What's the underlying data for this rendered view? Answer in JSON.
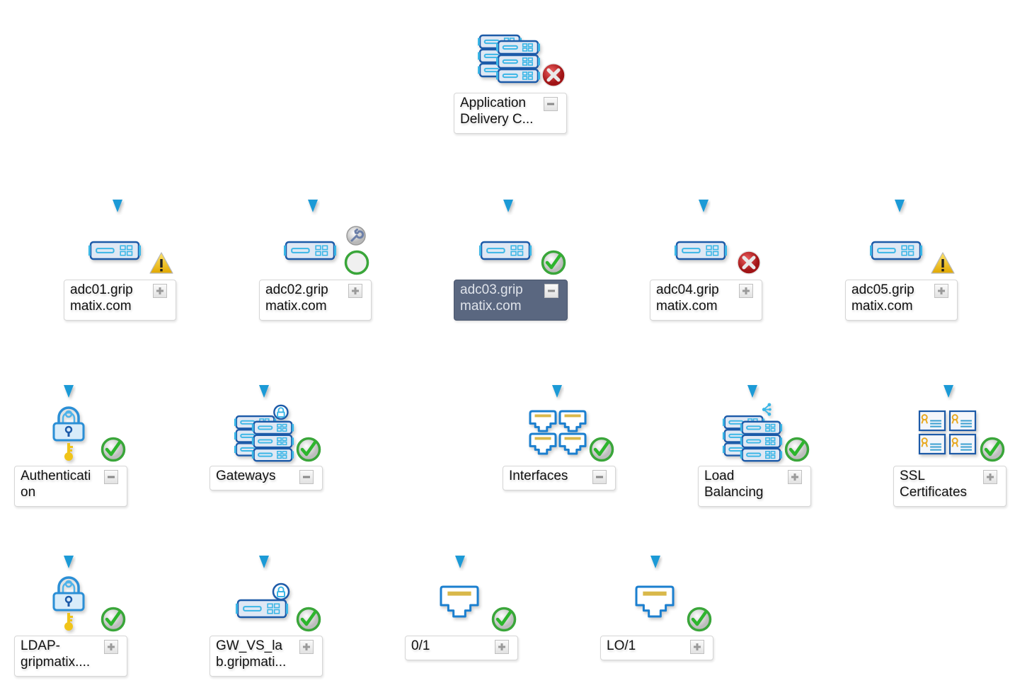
{
  "colors": {
    "connector": "#1e9ad6",
    "device_stroke": "#1c5aa8",
    "device_fill": "#dfe8f4",
    "device_accent": "#3bb6e6",
    "ok": "#3aa63a",
    "error": "#c8282a",
    "warning": "#f2c21a",
    "key": "#f0c419",
    "selected_bg": "#5a6780"
  },
  "root": {
    "label": "Application\nDelivery C...",
    "icon": "server-stack-icon",
    "status": "error",
    "toggle": "collapse"
  },
  "level1": [
    {
      "label": "adc01.grip\nmatix.com",
      "icon": "appliance-icon",
      "status": "warning",
      "toggle": "expand",
      "selected": false
    },
    {
      "label": "adc02.grip\nmatix.com",
      "icon": "appliance-icon",
      "status": "unknown",
      "maintenance": true,
      "toggle": "expand",
      "selected": false
    },
    {
      "label": "adc03.grip\nmatix.com",
      "icon": "appliance-icon",
      "status": "ok",
      "toggle": "collapse",
      "selected": true
    },
    {
      "label": "adc04.grip\nmatix.com",
      "icon": "appliance-icon",
      "status": "error",
      "toggle": "expand",
      "selected": false
    },
    {
      "label": "adc05.grip\nmatix.com",
      "icon": "appliance-icon",
      "status": "warning",
      "toggle": "expand",
      "selected": false
    }
  ],
  "level2": [
    {
      "label": "Authenticati\non",
      "icon": "lock-key-icon",
      "status": "ok",
      "toggle": "collapse"
    },
    {
      "label": "Gateways",
      "icon": "gateway-stack-icon",
      "status": "ok",
      "toggle": "collapse"
    },
    {
      "label": "Interfaces",
      "icon": "ethernet-ports-icon",
      "status": "ok",
      "toggle": "collapse"
    },
    {
      "label": "Load\nBalancing",
      "icon": "load-balancer-stack-icon",
      "status": "ok",
      "toggle": "expand"
    },
    {
      "label": "SSL\nCertificates",
      "icon": "certificates-icon",
      "status": "ok",
      "toggle": "expand"
    }
  ],
  "level3": [
    {
      "label": "LDAP-\ngripmatix....",
      "icon": "lock-key-icon",
      "status": "ok",
      "toggle": "expand",
      "parent": "Authentication"
    },
    {
      "label": "GW_VS_la\nb.gripmati...",
      "icon": "gateway-appliance-icon",
      "status": "ok",
      "toggle": "expand",
      "parent": "Gateways"
    },
    {
      "label": "0/1",
      "icon": "ethernet-port-icon",
      "status": "ok",
      "toggle": "expand",
      "parent": "Interfaces"
    },
    {
      "label": "LO/1",
      "icon": "ethernet-port-icon",
      "status": "ok",
      "toggle": "expand",
      "parent": "Interfaces"
    }
  ]
}
